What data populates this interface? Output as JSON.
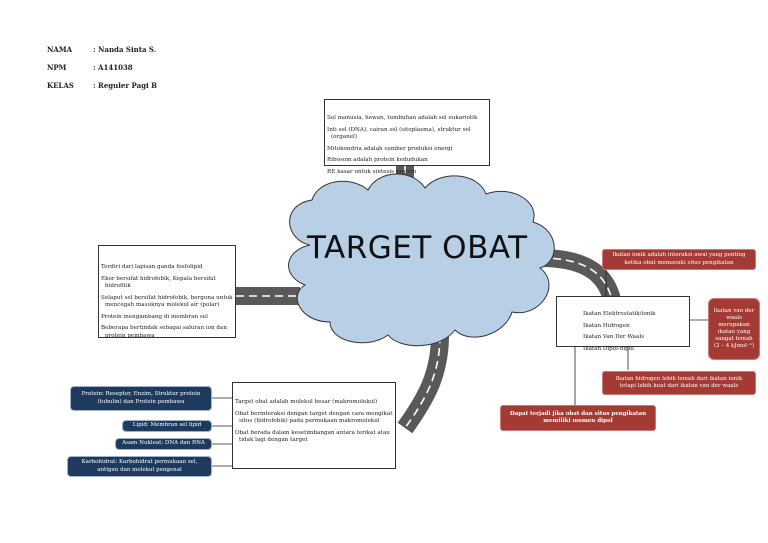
{
  "header": {
    "nama_label": "NAMA",
    "nama_value": ": Nanda Sinta S.",
    "npm_label": "NPM",
    "npm_value": ": A141038",
    "kelas_label": "KELAS",
    "kelas_value": ": Reguler Pagi B"
  },
  "center": {
    "title": "TARGET OBAT"
  },
  "top_box": [
    "Sel manusia, hewan, tumbuhan adalah sel eukariotik",
    "Inti sel (DNA), cairan sel (sitoplasma), struktur sel (organel)",
    "Mitokondria adalah sumber produksi energi",
    "Ribosom adalah protein kedudukan",
    "RE kasar untuk sintesis protein"
  ],
  "left_box": [
    "Terdiri dari lapisan ganda fosfolipid",
    "Ekor bersifat hidrofobik, Kepala bersifat hidrofilik",
    "Selaput sel bersifat hidrofobik, berguna untuk mencegah masuknya molekul air (polar)",
    "Protein mengambang di membran sel",
    "Beberapa bertindak sebagai saluran ion dan protein pembawa"
  ],
  "bottom_box": [
    "Target obat adalah molekul besar (makromolekul)",
    "Obat berinteraksi dengan target dengan cara mengikat situs (hidrofobik) pada permukaan makromolekul",
    "Obat berada dalam kesetimbangan antara terikat atau tidak lagi dengan target"
  ],
  "right_box": [
    "Ikatan Elektrostatik/ionik",
    "Ikatan Hidrogen",
    "Ikatan Van Der Waals",
    "Ikatan Dipol-dipol"
  ],
  "navy_tags": [
    "Protein: Reseptor, Enzim, Struktur protein (tubulin) dan Protein pembawa",
    "Lipid: Membran sel lipid",
    "Asam Nukleat: DNA dan RNA",
    "Karbohidrat: Karbohidrat permukaan sel, antigen dan molekul pengenal"
  ],
  "red_tags": {
    "ionic": "Ikatan ionik adalah interaksi awal yang penting ketika obat memasuki situs pengikatan",
    "vdw": "Ikatan van der waals merupakan ikatan yang sangat lemah (2 – 4 kJmol⁻¹)",
    "hydrogen": "Ikatan hidrogen lebih lemah dari ikatan ionik tetapi lebih kuat dari ikatan van der waals",
    "dipole": "Dapat terjadi jika obat dan situs pengikatan memiliki momen dipol"
  },
  "colors": {
    "cloud": "#b8cfe6",
    "road": "#595959",
    "navy": "#1f3a5f",
    "red": "#a33a33"
  }
}
